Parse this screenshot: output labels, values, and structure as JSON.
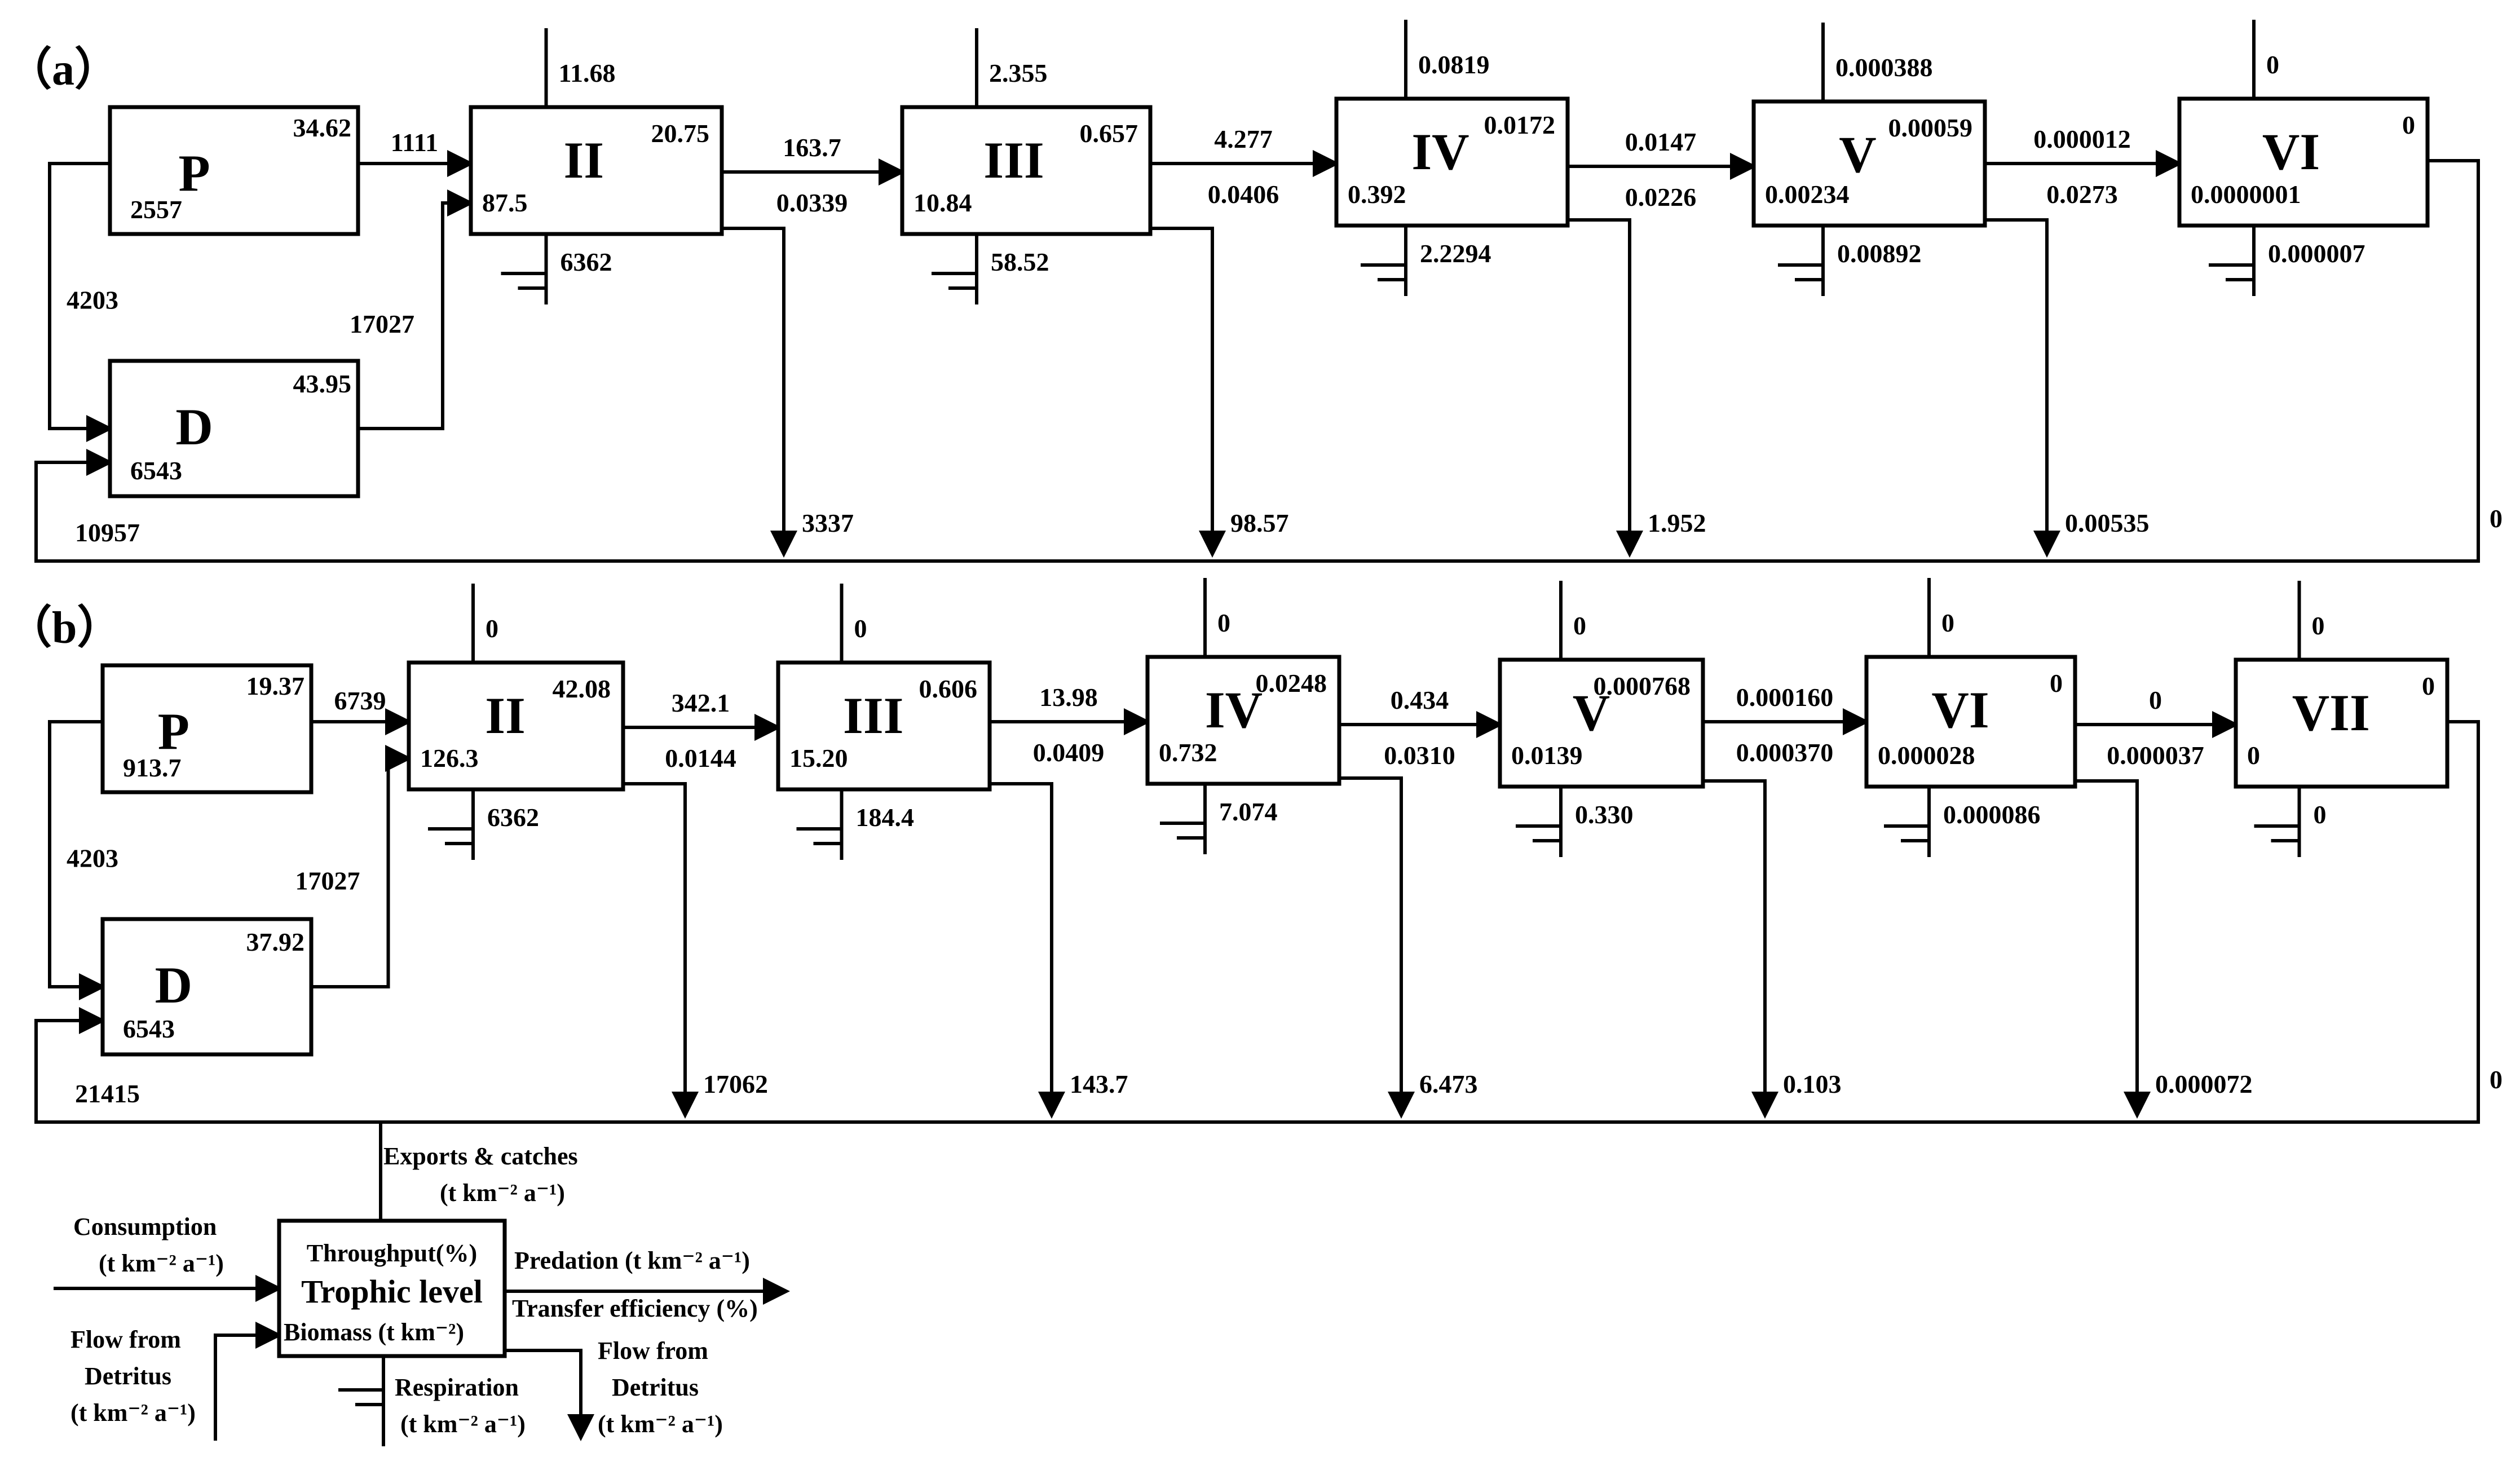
{
  "panels": [
    {
      "label": "（a）",
      "P": {
        "name": "P",
        "throughput": "34.62",
        "biomass": "2557"
      },
      "D": {
        "name": "D",
        "throughput": "43.95",
        "biomass": "6543"
      },
      "flow_P_to_II": "1111",
      "flow_D_to_II": "17027",
      "flow_P_to_D": "4203",
      "flow_return_to_D": "10957",
      "levels": [
        {
          "name": "II",
          "export": "11.68",
          "throughput": "20.75",
          "biomass": "87.5",
          "respiration": "6362",
          "predation": "163.7",
          "te": "0.0339",
          "detritus": "3337"
        },
        {
          "name": "III",
          "export": "2.355",
          "throughput": "0.657",
          "biomass": "10.84",
          "respiration": "58.52",
          "predation": "4.277",
          "te": "0.0406",
          "detritus": "98.57"
        },
        {
          "name": "IV",
          "export": "0.0819",
          "throughput": "0.0172",
          "biomass": "0.392",
          "respiration": "2.2294",
          "predation": "0.0147",
          "te": "0.0226",
          "detritus": "1.952"
        },
        {
          "name": "V",
          "export": "0.000388",
          "throughput": "0.00059",
          "biomass": "0.00234",
          "respiration": "0.00892",
          "predation": "0.000012",
          "te": "0.0273",
          "detritus": "0.00535"
        },
        {
          "name": "VI",
          "export": "0",
          "throughput": "0",
          "biomass": "0.0000001",
          "respiration": "0.000007",
          "predation": "",
          "te": "",
          "detritus": "0"
        }
      ]
    },
    {
      "label": "（b）",
      "P": {
        "name": "P",
        "throughput": "19.37",
        "biomass": "913.7"
      },
      "D": {
        "name": "D",
        "throughput": "37.92",
        "biomass": "6543"
      },
      "flow_P_to_II": "6739",
      "flow_D_to_II": "17027",
      "flow_P_to_D": "4203",
      "flow_return_to_D": "21415",
      "levels": [
        {
          "name": "II",
          "export": "0",
          "throughput": "42.08",
          "biomass": "126.3",
          "respiration": "6362",
          "predation": "342.1",
          "te": "0.0144",
          "detritus": "17062"
        },
        {
          "name": "III",
          "export": "0",
          "throughput": "0.606",
          "biomass": "15.20",
          "respiration": "184.4",
          "predation": "13.98",
          "te": "0.0409",
          "detritus": "143.7"
        },
        {
          "name": "IV",
          "export": "0",
          "throughput": "0.0248",
          "biomass": "0.732",
          "respiration": "7.074",
          "predation": "0.434",
          "te": "0.0310",
          "detritus": "6.473"
        },
        {
          "name": "V",
          "export": "0",
          "throughput": "0.000768",
          "biomass": "0.0139",
          "respiration": "0.330",
          "predation": "0.000160",
          "te": "0.000370",
          "detritus": "0.103"
        },
        {
          "name": "VI",
          "export": "0",
          "throughput": "0",
          "biomass": "0.000028",
          "respiration": "0.000086",
          "predation": "0",
          "te": "0.000037",
          "detritus": "0.000072"
        },
        {
          "name": "VII",
          "export": "0",
          "throughput": "0",
          "biomass": "0",
          "respiration": "0",
          "predation": "",
          "te": "",
          "detritus": "0"
        }
      ]
    }
  ],
  "legend": {
    "exports_line1": "Exports & catches",
    "exports_line2": "(t km⁻² a⁻¹)",
    "consumption_line1": "Consumption",
    "consumption_line2": "(t km⁻² a⁻¹)",
    "throughput": "Throughput(%)",
    "trophic_level": "Trophic level",
    "biomass": "Biomass (t km⁻²)",
    "predation": "Predation (t km⁻² a⁻¹)",
    "transfer_efficiency": "Transfer  efficiency (%)",
    "flow_detritus_left_line1": "Flow from",
    "flow_detritus_left_line2": "Detritus",
    "flow_detritus_left_line3": "(t km⁻² a⁻¹)",
    "respiration_line1": "Respiration",
    "respiration_line2": "(t km⁻² a⁻¹)",
    "flow_detritus_right_line1": "Flow from",
    "flow_detritus_right_line2": "Detritus",
    "flow_detritus_right_line3": "(t km⁻² a⁻¹)"
  }
}
